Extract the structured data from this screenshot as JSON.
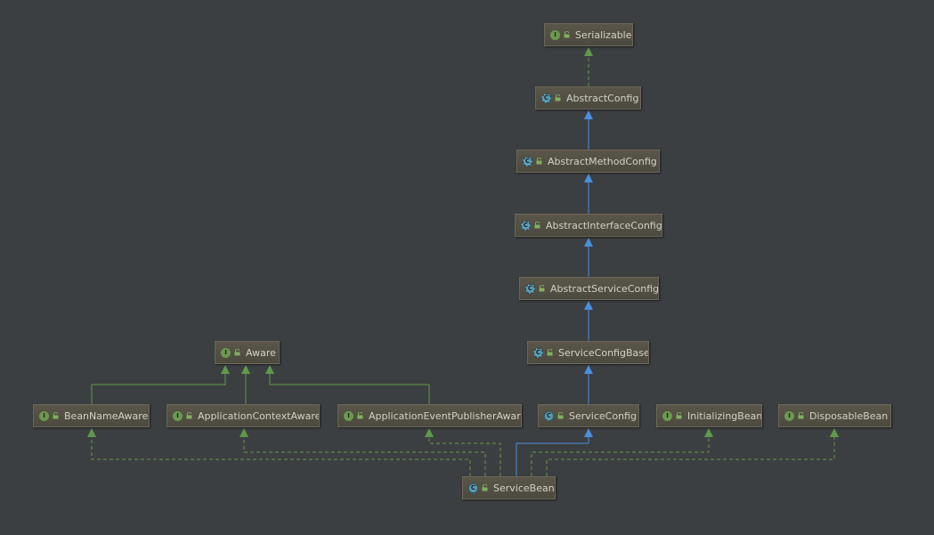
{
  "nodes": [
    {
      "id": "serializable",
      "label": "Serializable",
      "kind": "interface",
      "badge": "I"
    },
    {
      "id": "abstractconfig",
      "label": "AbstractConfig",
      "kind": "abstract",
      "badge": "C"
    },
    {
      "id": "abstractmethodconfig",
      "label": "AbstractMethodConfig",
      "kind": "abstract",
      "badge": "C"
    },
    {
      "id": "abstractinterfaceconfig",
      "label": "AbstractInterfaceConfig",
      "kind": "abstract",
      "badge": "C"
    },
    {
      "id": "abstractserviceconfig",
      "label": "AbstractServiceConfig",
      "kind": "abstract",
      "badge": "C"
    },
    {
      "id": "serviceconfigbase",
      "label": "ServiceConfigBase",
      "kind": "abstract",
      "badge": "C"
    },
    {
      "id": "serviceconfig",
      "label": "ServiceConfig",
      "kind": "class",
      "badge": "C"
    },
    {
      "id": "aware",
      "label": "Aware",
      "kind": "interface",
      "badge": "I"
    },
    {
      "id": "beannameaware",
      "label": "BeanNameAware",
      "kind": "interface",
      "badge": "I"
    },
    {
      "id": "applicationcontextaware",
      "label": "ApplicationContextAware",
      "kind": "interface",
      "badge": "I"
    },
    {
      "id": "applicationeventpublisheraware",
      "label": "ApplicationEventPublisherAware",
      "kind": "interface",
      "badge": "I"
    },
    {
      "id": "initializingbean",
      "label": "InitializingBean",
      "kind": "interface",
      "badge": "I"
    },
    {
      "id": "disposablebean",
      "label": "DisposableBean",
      "kind": "interface",
      "badge": "I"
    },
    {
      "id": "servicebean",
      "label": "ServiceBean",
      "kind": "class",
      "badge": "C"
    }
  ],
  "edges": [
    {
      "from": "abstractconfig",
      "to": "serializable",
      "type": "implements"
    },
    {
      "from": "abstractmethodconfig",
      "to": "abstractconfig",
      "type": "extends"
    },
    {
      "from": "abstractinterfaceconfig",
      "to": "abstractmethodconfig",
      "type": "extends"
    },
    {
      "from": "abstractserviceconfig",
      "to": "abstractinterfaceconfig",
      "type": "extends"
    },
    {
      "from": "serviceconfigbase",
      "to": "abstractserviceconfig",
      "type": "extends"
    },
    {
      "from": "serviceconfig",
      "to": "serviceconfigbase",
      "type": "extends"
    },
    {
      "from": "beannameaware",
      "to": "aware",
      "type": "interface-extends"
    },
    {
      "from": "applicationcontextaware",
      "to": "aware",
      "type": "interface-extends"
    },
    {
      "from": "applicationeventpublisheraware",
      "to": "aware",
      "type": "interface-extends"
    },
    {
      "from": "servicebean",
      "to": "serviceconfig",
      "type": "extends"
    },
    {
      "from": "servicebean",
      "to": "beannameaware",
      "type": "implements"
    },
    {
      "from": "servicebean",
      "to": "applicationcontextaware",
      "type": "implements"
    },
    {
      "from": "servicebean",
      "to": "applicationeventpublisheraware",
      "type": "implements"
    },
    {
      "from": "servicebean",
      "to": "initializingbean",
      "type": "implements"
    },
    {
      "from": "servicebean",
      "to": "disposablebean",
      "type": "implements"
    }
  ],
  "colors": {
    "background": "#3c3f41",
    "extends_line": "#4a8fe0",
    "implements_line": "#5f9a4a",
    "interface_badge": "#6a9a4f",
    "class_badge": "#5b9fb7"
  },
  "icons": {
    "badge_interface": "interface-icon",
    "badge_class": "class-icon",
    "access": "unlocked-icon"
  }
}
